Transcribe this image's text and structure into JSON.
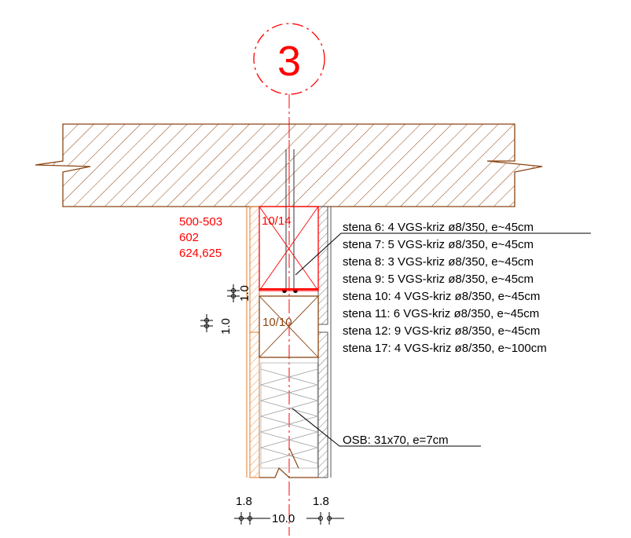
{
  "grid_label": "3",
  "member_red": "10/14",
  "member_brown": "10/10",
  "position_numbers": [
    "500-503",
    "602",
    "624,625"
  ],
  "wall_notes": [
    "stena 6: 4 VGS-kriz ø8/350, e~45cm",
    "stena 7: 5 VGS-kriz ø8/350, e~45cm",
    "stena 8: 3 VGS-kriz ø8/350, e~45cm",
    "stena 9: 5 VGS-kriz ø8/350, e~45cm",
    "stena 10: 4 VGS-kriz ø8/350, e~45cm",
    "stena 11: 6 VGS-kriz ø8/350, e~45cm",
    "stena 12: 9 VGS-kriz ø8/350, e~45cm",
    "stena 17: 4 VGS-kriz ø8/350, e~100cm"
  ],
  "osb_note": "OSB: 31x70, e=7cm",
  "dims": {
    "vert_top": "1.0",
    "vert_bottom": "1.0",
    "bottom_left": "1.8",
    "bottom_center": "10.0",
    "bottom_right": "1.8"
  },
  "colors": {
    "timber": "#8b4513",
    "red": "#ff0000",
    "insulation": "#b0b0b0",
    "osb_orange": "#e07b2a"
  }
}
